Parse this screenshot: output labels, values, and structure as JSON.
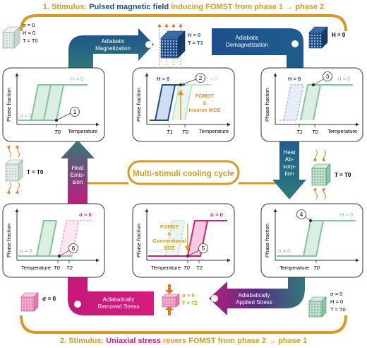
{
  "header": {
    "prefix": "1. Stimulus: ",
    "highlight": "Pulsed magnetic field",
    "suffix": " inducing FOMST from phase 1 → phase 2"
  },
  "footer": {
    "prefix": "2. Stimulus: ",
    "highlight": "Uniaxial stress",
    "suffix": " revers FOMST from phase 2 → phase 1"
  },
  "center_label": "Multi-stimuli cooling cycle",
  "arrows": {
    "adiabatic_magnetization": [
      "Adiabatic",
      "Magnetization"
    ],
    "adiabatic_demagnetization": [
      "Adiabatic",
      "Demagnetization"
    ],
    "heat_absorption": [
      "Heat",
      "Ab-",
      "sorp-",
      "tion"
    ],
    "heat_emission": [
      "Heat",
      "Emis-",
      "sion"
    ],
    "adiabatically_applied_stress": [
      "Adiabatically",
      "Applied Stress"
    ],
    "adiabatically_removed_stress": [
      "Adiabatically",
      "Removed Stress"
    ]
  },
  "cubes": {
    "top_left": [
      "σ = 0",
      "H = 0",
      "T = T0"
    ],
    "top_center": [
      "H > 0",
      "T = T1"
    ],
    "top_right": [
      "H = 0"
    ],
    "mid_left": [
      "T = T0"
    ],
    "mid_right": [
      "T = T0"
    ],
    "bottom_left": [
      "σ = 0"
    ],
    "bottom_center": [
      "σ > 0",
      "T = T2"
    ],
    "bottom_right": [
      "σ = 0",
      "H = 0",
      "T = T0"
    ]
  },
  "panels": {
    "axis_y": "Phase fraction",
    "axis_x": "Temperature",
    "p1": {
      "step": "1",
      "curve_labels": [
        "H = 0",
        "σ = 0"
      ],
      "ticks": [
        "T0"
      ]
    },
    "p2": {
      "step": "2",
      "curve_labels": [
        "H > 0",
        "H = 0"
      ],
      "annotation": [
        "FOMST",
        "&",
        "Inverse MCE"
      ],
      "ticks": [
        "T1",
        "T0"
      ]
    },
    "p3": {
      "step": "3",
      "curve_labels": [
        "H > 0",
        "H = 0"
      ],
      "ticks": [
        "T1",
        "T0"
      ]
    },
    "p4": {
      "step": "4",
      "curve_labels": [
        "H = 0",
        "σ = 0"
      ],
      "ticks": [
        "T0"
      ]
    },
    "p5": {
      "step": "5",
      "curve_labels": [
        "σ > 0",
        "σ = 0"
      ],
      "annotation": [
        "FOMST",
        "&",
        "Conventional",
        "ECE"
      ],
      "ticks": [
        "T0",
        "T2"
      ]
    },
    "p6": {
      "step": "6",
      "curve_labels": [
        "σ > 0",
        "σ = 0"
      ],
      "ticks": [
        "T0",
        "T2"
      ]
    }
  },
  "colors": {
    "gold": "#d69a25",
    "magnetic_blue": "#1d4f8c",
    "stress_pink": "#d81b7f",
    "teal": "#2f7a7a",
    "green": "#7fc79b",
    "purple": "#5a2d82"
  }
}
